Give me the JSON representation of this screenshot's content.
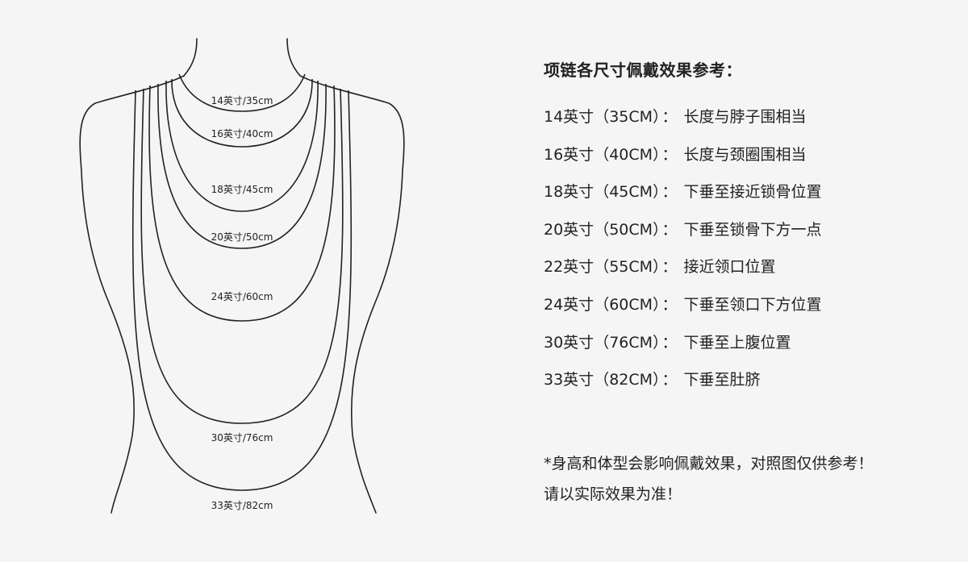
{
  "title": "项链各尺寸佩戴效果参考：",
  "sizes": [
    {
      "size": "14英寸",
      "metric": "（35CM）",
      "separator": "：",
      "description": "长度与脖子围相当"
    },
    {
      "size": "16英寸",
      "metric": "（40CM）",
      "separator": "：",
      "description": "长度与颈圈围相当"
    },
    {
      "size": "18英寸",
      "metric": "（45CM）",
      "separator": "：",
      "description": "下垂至接近锁骨位置"
    },
    {
      "size": "20英寸",
      "metric": "（50CM）",
      "separator": "：",
      "description": "下垂至锁骨下方一点"
    },
    {
      "size": "22英寸",
      "metric": "（55CM）",
      "separator": "：",
      "description": "接近领口位置"
    },
    {
      "size": "24英寸",
      "metric": "（60CM）",
      "separator": "：",
      "description": "下垂至领口下方位置"
    },
    {
      "size": "30英寸",
      "metric": "（76CM）",
      "separator": "：",
      "description": "下垂至上腹位置"
    },
    {
      "size": "33英寸",
      "metric": "（82CM）",
      "separator": "：",
      "description": "下垂至肚脐"
    }
  ],
  "diagram": {
    "chain_labels": {
      "c14": "14英寸/35cm",
      "c16": "16英寸/40cm",
      "c18": "18英寸/45cm",
      "c20": "20英寸/50cm",
      "c24": "24英寸/60cm",
      "c30": "30英寸/76cm",
      "c33": "33英寸/82cm"
    }
  },
  "notes": {
    "line1": "*身高和体型会影响佩戴效果，对照图仅供参考！",
    "line2": "请以实际效果为准！"
  },
  "colors": {
    "background": "#f5f5f5",
    "line": "#222222",
    "text": "#222222"
  }
}
